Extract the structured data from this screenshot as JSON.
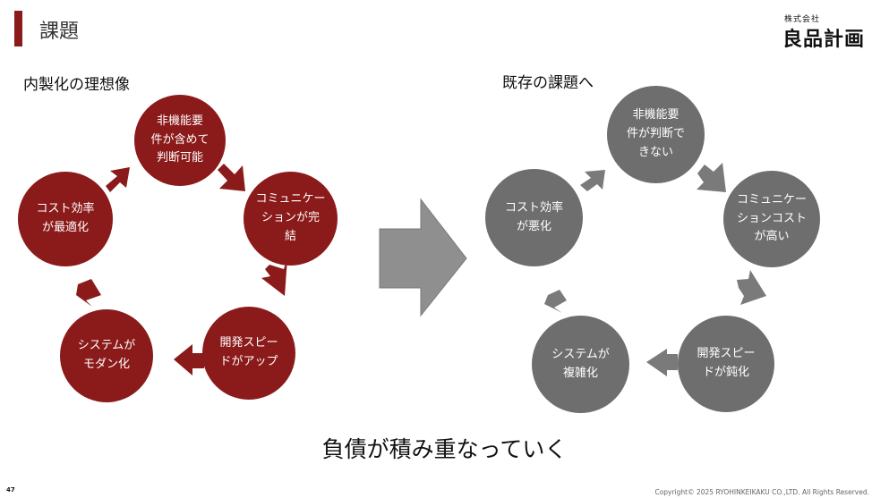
{
  "header": {
    "title": "課題",
    "logo_small": "株式会社",
    "logo_main": "良品計画"
  },
  "left": {
    "heading": "内製化の理想像",
    "circles": [
      "非機能要\n件が含めて\n判断可能",
      "コミュニケー\nションが完\n結",
      "開発スピー\nドがアップ",
      "システムが\nモダン化",
      "コスト効率\nが最適化"
    ],
    "color": "#8b1a1a"
  },
  "right": {
    "heading": "既存の課題へ",
    "circles": [
      "非機能要\n件が判断で\nきない",
      "コミュニケー\nションコスト\nが高い",
      "開発スピー\nドが鈍化",
      "システムが\n複雑化",
      "コスト効率\nが悪化"
    ],
    "color": "#6e6e6e"
  },
  "bottom_text": "負債が積み重なっていく",
  "footer": {
    "page_number": "47",
    "copyright": "Copyright© 2025 RYOHINKEIKAKU CO.,LTD. All Rights Reserved."
  }
}
